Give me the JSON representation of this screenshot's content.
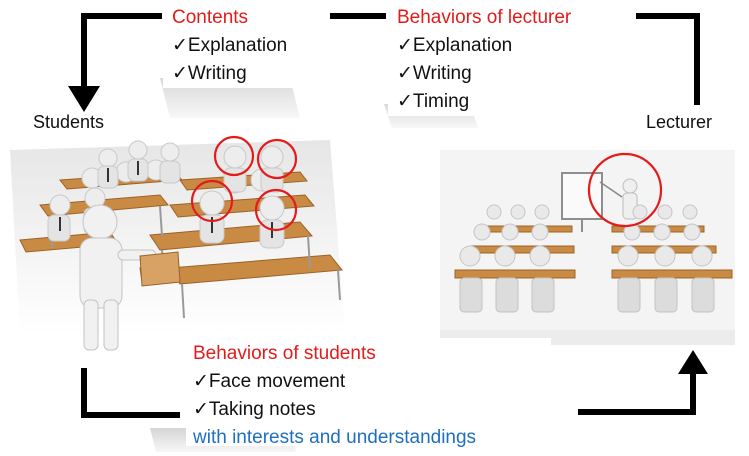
{
  "contents": {
    "title": "Contents",
    "items": [
      "✓Explanation",
      "✓Writing"
    ]
  },
  "lecturer_behaviors": {
    "title": "Behaviors of lecturer",
    "items": [
      "✓Explanation",
      "✓Writing",
      "✓Timing"
    ]
  },
  "students_label": "Students",
  "lecturer_label": "Lecturer",
  "student_behaviors": {
    "title": "Behaviors of students",
    "items": [
      "✓Face movement",
      "✓Taking notes"
    ],
    "note": "with interests and understandings"
  },
  "colors": {
    "heading": "#e31b1b",
    "note": "#1f6fbf",
    "highlight_circle": "#e31b1b",
    "arrow": "#000000"
  }
}
